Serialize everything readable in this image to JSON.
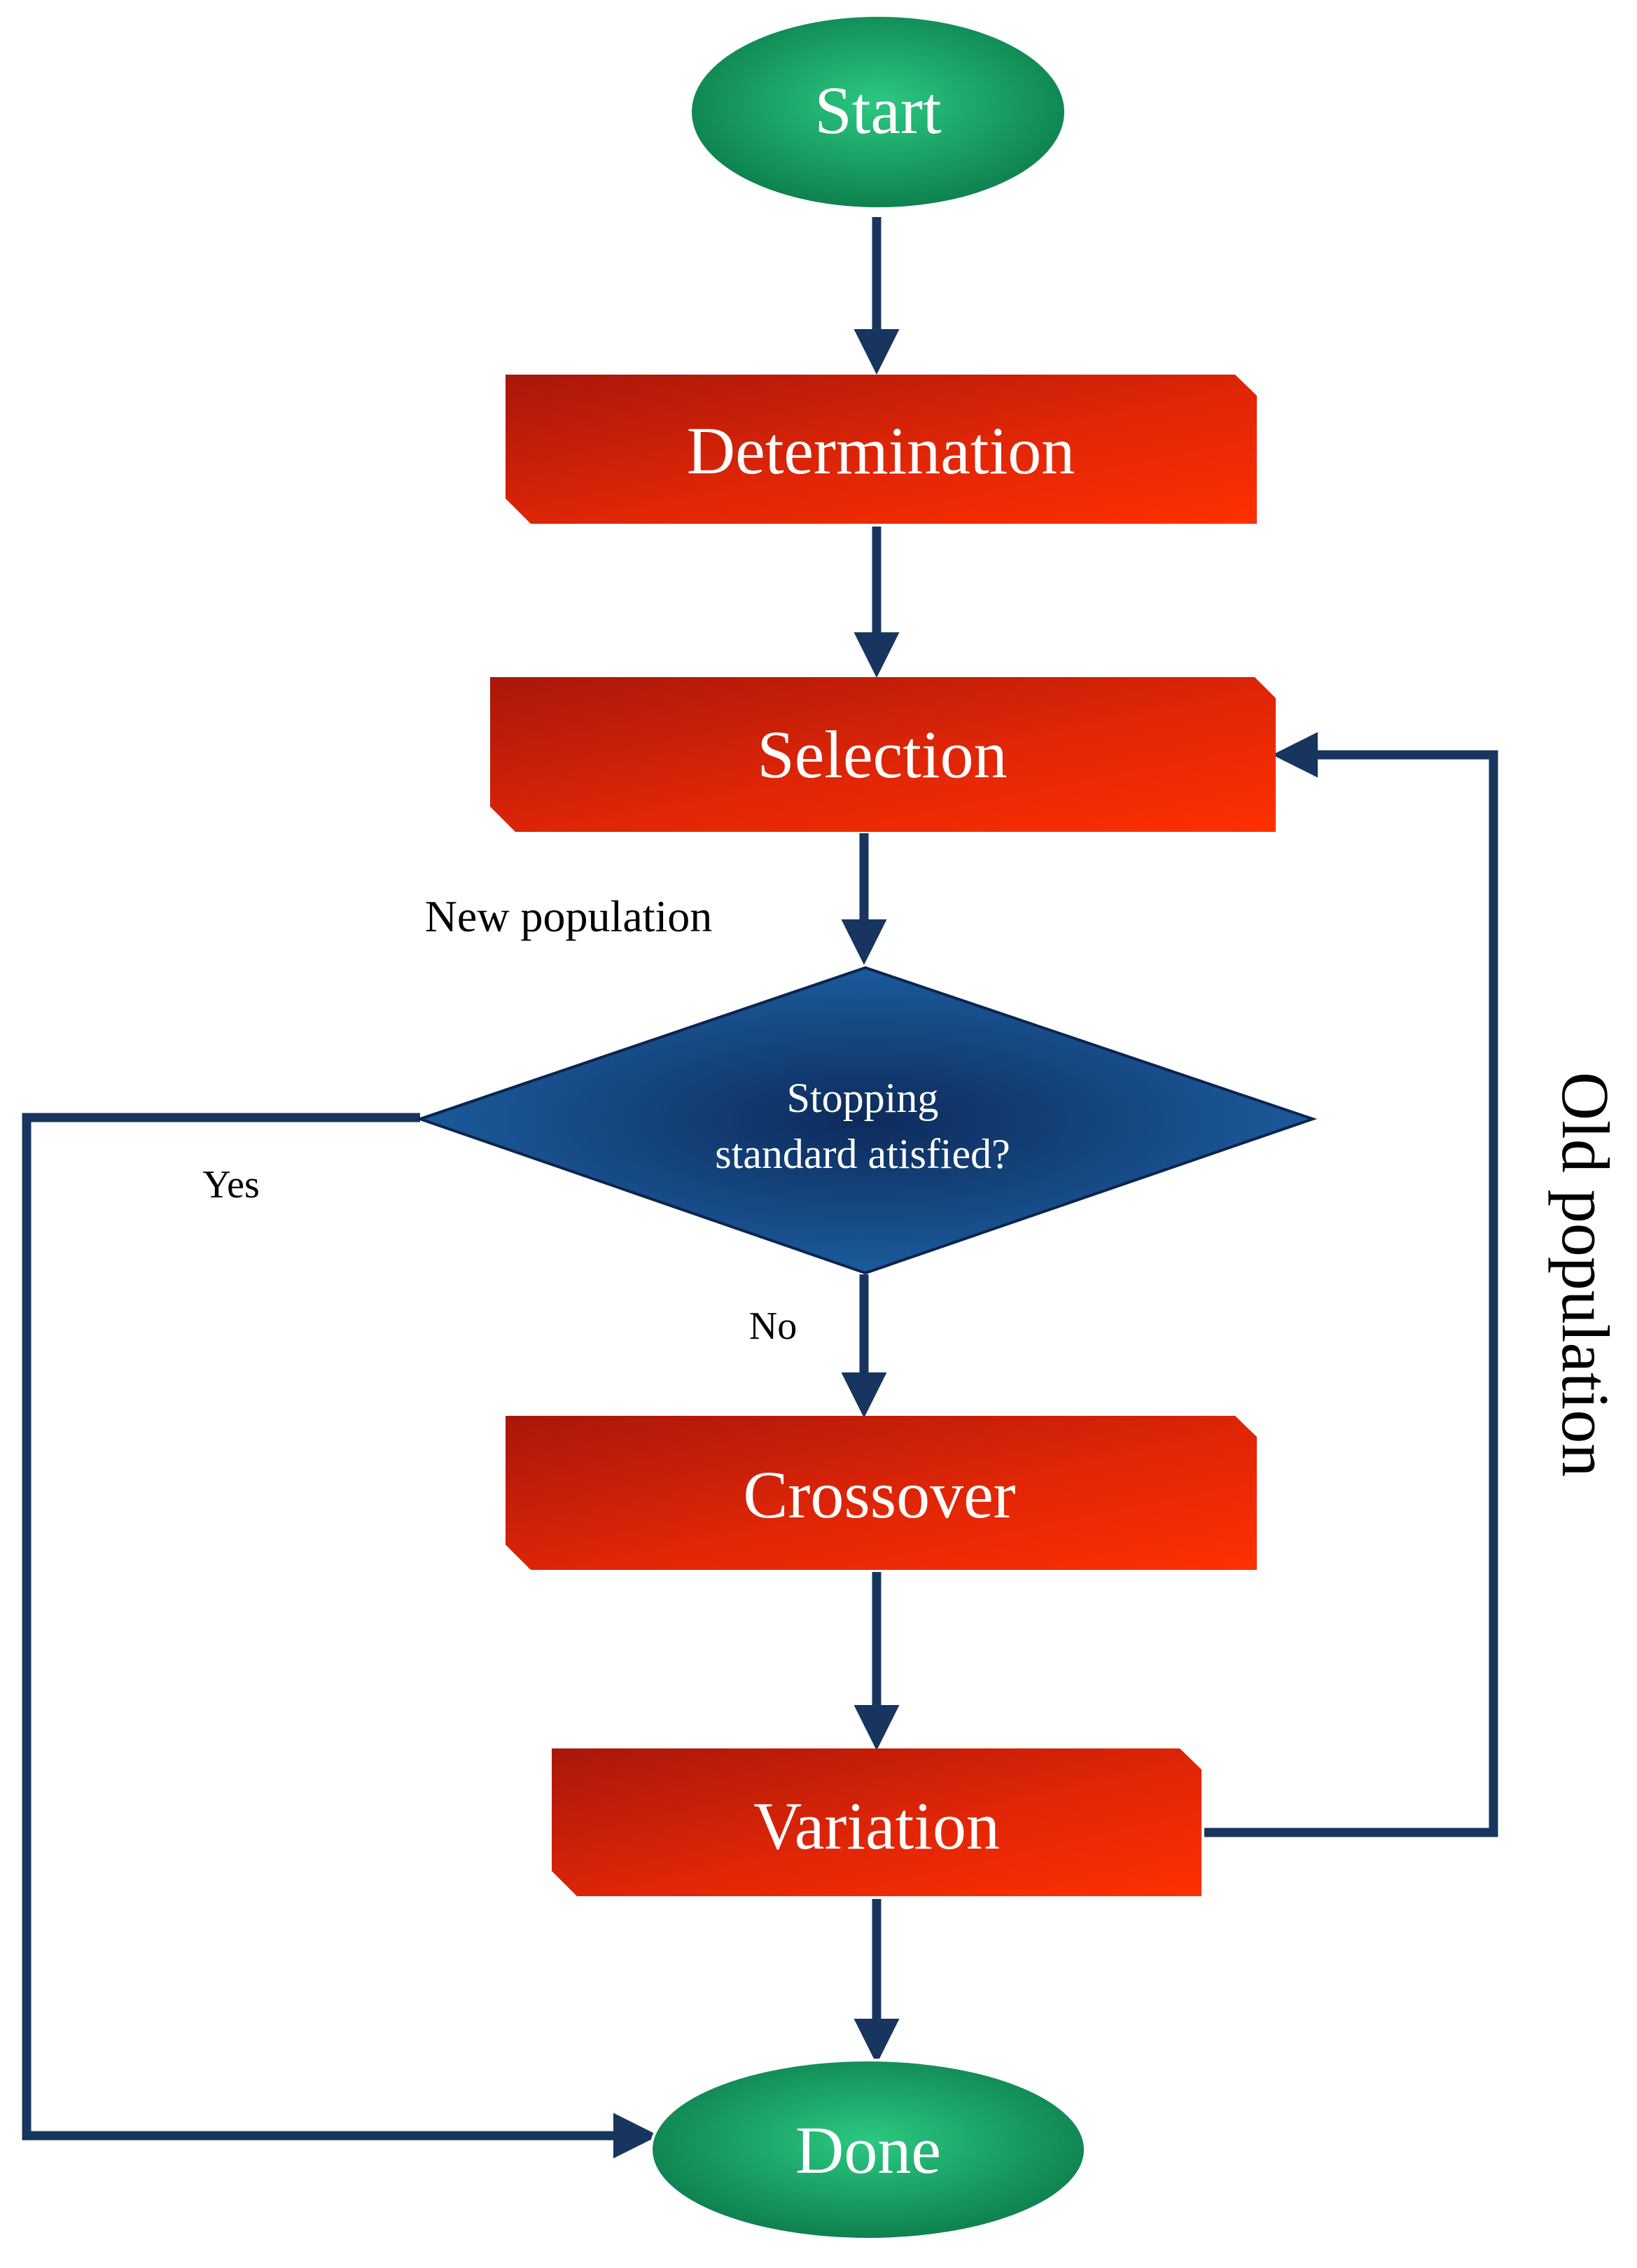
{
  "diagram": {
    "type": "flowchart",
    "colors": {
      "terminal": "#0e8c55",
      "terminal_light": "#1fb874",
      "process_dark": "#9c1309",
      "process_light": "#ff2c00",
      "decision_dark": "#0c2a57",
      "decision_light": "#1d5fa0",
      "connector": "#17355f"
    },
    "nodes": {
      "start": {
        "label": "Start",
        "shape": "ellipse"
      },
      "determination": {
        "label": "Determination",
        "shape": "process"
      },
      "selection": {
        "label": "Selection",
        "shape": "process"
      },
      "decision": {
        "label_line1": "Stopping",
        "label_line2": "standard atisfied?",
        "shape": "diamond"
      },
      "crossover": {
        "label": "Crossover",
        "shape": "process"
      },
      "variation": {
        "label": "Variation",
        "shape": "process"
      },
      "done": {
        "label": "Done",
        "shape": "ellipse"
      }
    },
    "edge_labels": {
      "new_population": "New population",
      "yes": "Yes",
      "no": "No",
      "old_population": "Old population"
    },
    "edges": [
      {
        "from": "start",
        "to": "determination"
      },
      {
        "from": "determination",
        "to": "selection"
      },
      {
        "from": "selection",
        "to": "decision",
        "label": "New population"
      },
      {
        "from": "decision",
        "to": "crossover",
        "label": "No"
      },
      {
        "from": "decision",
        "to": "done",
        "label": "Yes"
      },
      {
        "from": "crossover",
        "to": "variation"
      },
      {
        "from": "variation",
        "to": "done"
      },
      {
        "from": "variation",
        "to": "selection",
        "label": "Old population"
      }
    ]
  }
}
